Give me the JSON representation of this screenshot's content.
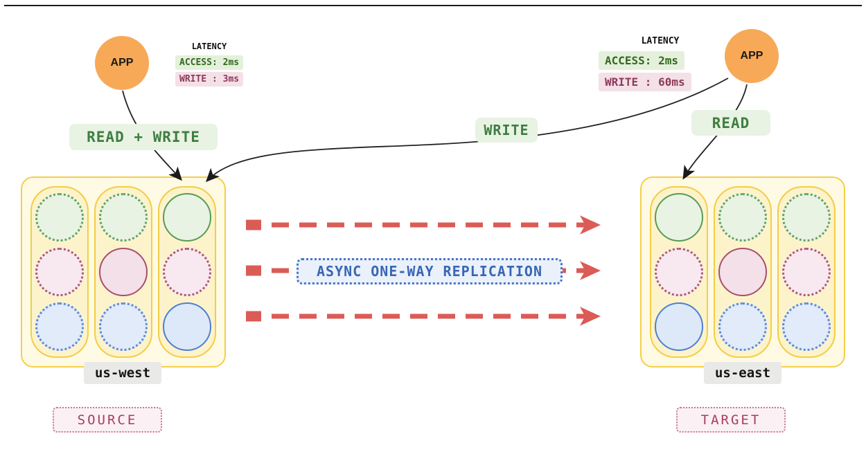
{
  "left": {
    "app_label": "APP",
    "latency_title": "LATENCY",
    "latency_access": "ACCESS: 2ms",
    "latency_write": "WRITE : 3ms",
    "action_label": "READ + WRITE",
    "cluster_name": "us-west",
    "role_label": "SOURCE"
  },
  "right": {
    "app_label": "APP",
    "latency_title": "LATENCY",
    "latency_access": "ACCESS: 2ms",
    "latency_write": "WRITE : 60ms",
    "read_label": "READ",
    "write_label": "WRITE",
    "cluster_name": "us-east",
    "role_label": "TARGET"
  },
  "replication_label": "ASYNC ONE-WAY REPLICATION",
  "clusters": {
    "west": [
      [
        "green-dotted",
        "pink-dotted",
        "blue-dotted"
      ],
      [
        "green-dotted",
        "pink-solid",
        "blue-dotted"
      ],
      [
        "green-solid",
        "pink-dotted",
        "blue-solid"
      ]
    ],
    "east": [
      [
        "green-solid",
        "pink-dotted",
        "blue-solid"
      ],
      [
        "green-dotted",
        "pink-solid",
        "blue-dotted"
      ],
      [
        "green-dotted",
        "pink-dotted",
        "blue-dotted"
      ]
    ]
  },
  "colors": {
    "app_circle": "#F7A957",
    "replication_arrow": "#DB5B56",
    "green_label_bg": "#E8F3E3",
    "green_label_text": "#3F7D40",
    "pink_label_text": "#A63E5F",
    "blue_label_text": "#3A66B5",
    "cluster_bg": "#FFFAE4",
    "cluster_border": "#F4CF4A"
  }
}
